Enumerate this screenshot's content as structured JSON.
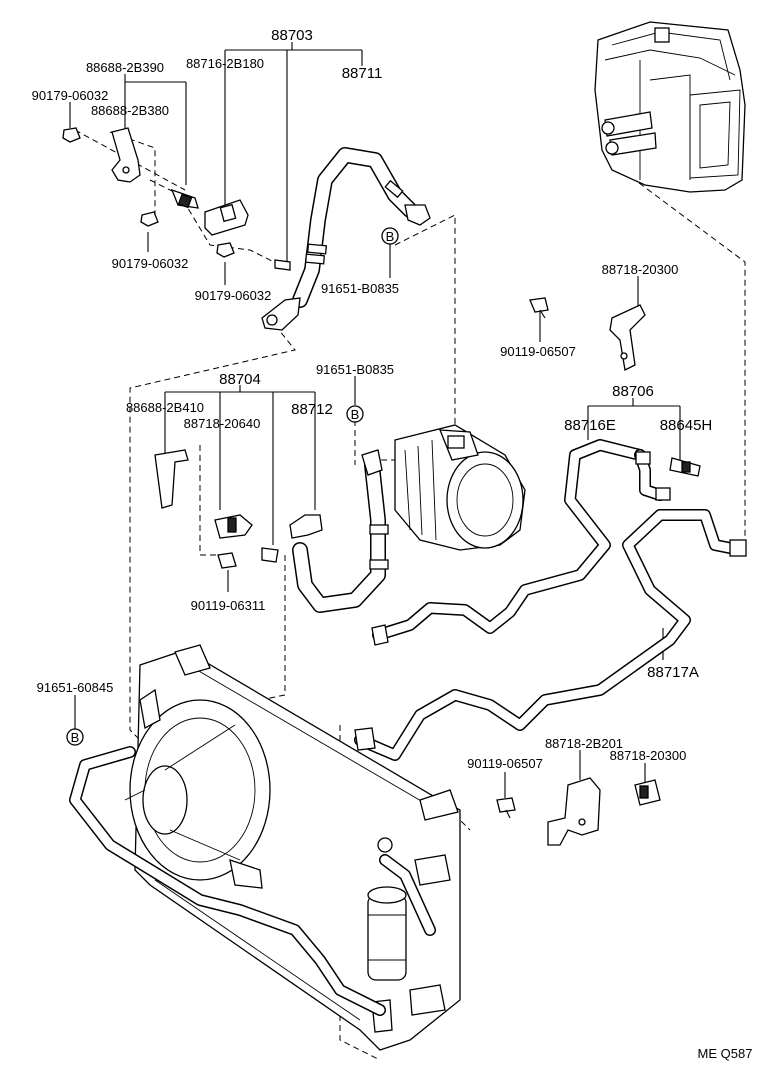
{
  "diagram_id": "ME Q587",
  "groups": {
    "g_88703": "88703",
    "g_88704": "88704",
    "g_88706": "88706"
  },
  "parts": {
    "p_88711": "88711",
    "p_88716_2B180": "88716-2B180",
    "p_88688_2B390": "88688-2B390",
    "p_90179_06032_a": "90179-06032",
    "p_88688_2B380": "88688-2B380",
    "p_90179_06032_b": "90179-06032",
    "p_90179_06032_c": "90179-06032",
    "p_91651_B0835_a": "91651-B0835",
    "p_88718_20300_a": "88718-20300",
    "p_90119_06507_a": "90119-06507",
    "p_88712": "88712",
    "p_91651_B0835_b": "91651-B0835",
    "p_88688_2B410": "88688-2B410",
    "p_88718_20640": "88718-20640",
    "p_88716E": "88716E",
    "p_88645H": "88645H",
    "p_90119_06311": "90119-06311",
    "p_88717A": "88717A",
    "p_91651_60845": "91651-60845",
    "p_90119_06507_b": "90119-06507",
    "p_88718_2B201": "88718-2B201",
    "p_88718_20300_b": "88718-20300"
  },
  "markers": {
    "b1": "B",
    "b2": "B",
    "b3": "B"
  }
}
